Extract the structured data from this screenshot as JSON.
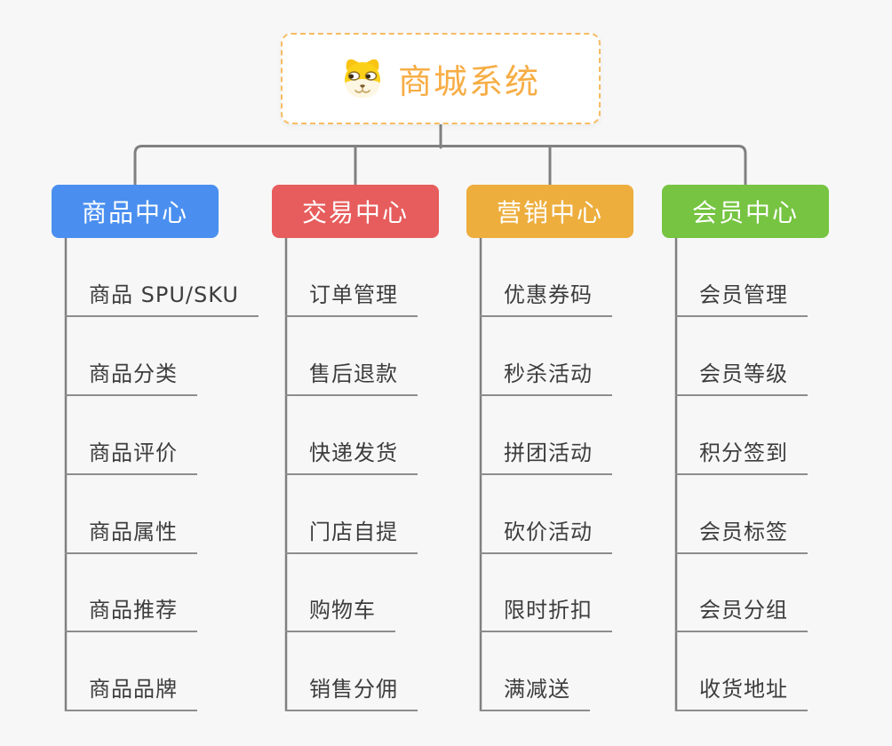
{
  "root": {
    "title": "商城系统",
    "icon": "dog-icon",
    "title_color": "#f7ad45",
    "border_color": "#f6bc63"
  },
  "branches": [
    {
      "label": "商品中心",
      "color": "#4a8ff0",
      "children": [
        "商品 SPU/SKU",
        "商品分类",
        "商品评价",
        "商品属性",
        "商品推荐",
        "商品品牌"
      ]
    },
    {
      "label": "交易中心",
      "color": "#e75c5c",
      "children": [
        "订单管理",
        "售后退款",
        "快递发货",
        "门店自提",
        "购物车",
        "销售分佣"
      ]
    },
    {
      "label": "营销中心",
      "color": "#edae3e",
      "children": [
        "优惠券码",
        "秒杀活动",
        "拼团活动",
        "砍价活动",
        "限时折扣",
        "满减送"
      ]
    },
    {
      "label": "会员中心",
      "color": "#76c441",
      "children": [
        "会员管理",
        "会员等级",
        "积分签到",
        "会员标签",
        "会员分组",
        "收货地址"
      ]
    }
  ],
  "connector_color": "#808080",
  "underline_color": "#8d8d8d",
  "background_color": "#f7f7f7"
}
